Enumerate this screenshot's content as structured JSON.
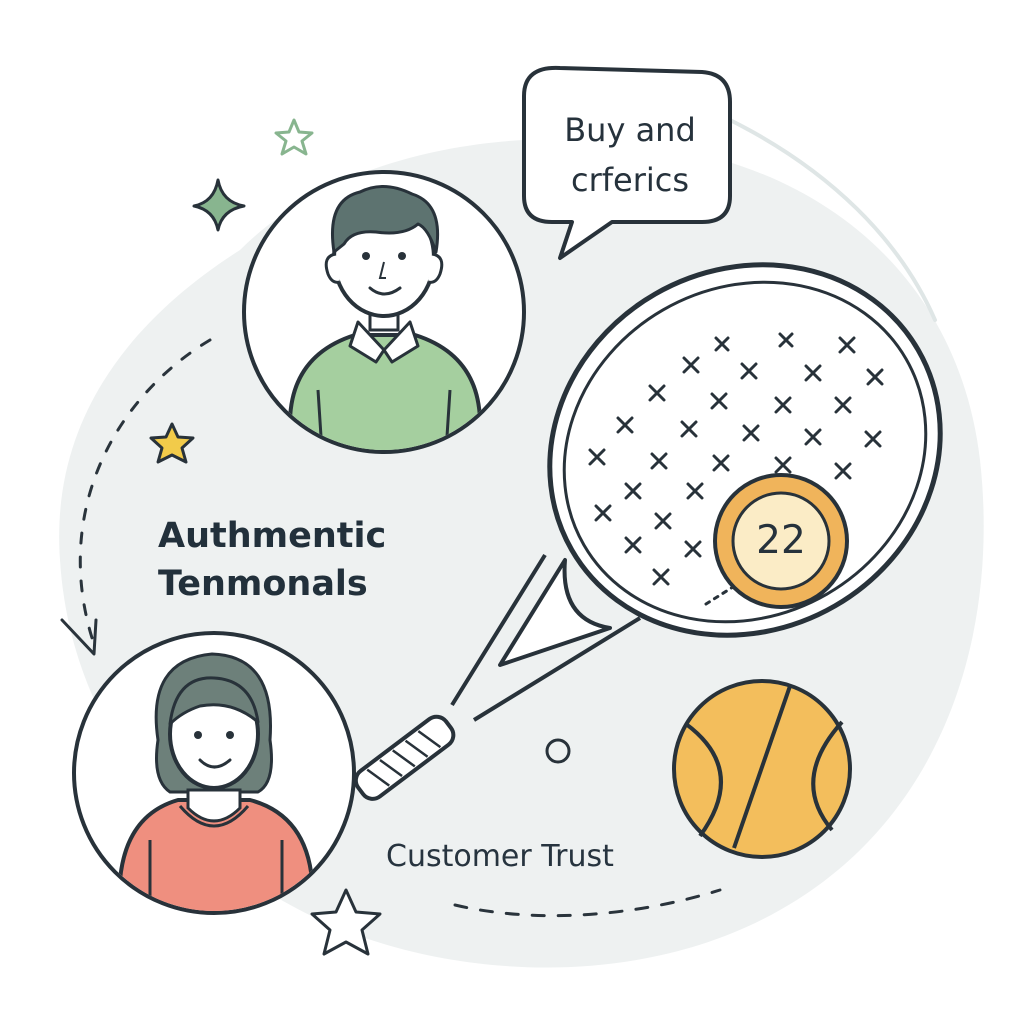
{
  "speech_bubble": {
    "line1": "Buy and",
    "line2": "crferics"
  },
  "headline": {
    "line1": "Authmentic",
    "line2": "Tenmonals"
  },
  "caption": "Customer Trust",
  "badge_number": "22",
  "colors": {
    "background_blob": "#eef1f1",
    "outline": "#28323a",
    "shirt_green": "#a5cf9f",
    "shirt_coral": "#ef8f7f",
    "hair_man": "#5d7370",
    "hair_woman": "#6d807a",
    "ball_orange": "#f3be5c",
    "badge_gold": "#f0b45b",
    "badge_cream": "#fbecc6",
    "star_green": "#88b58f",
    "star_yellow": "#f2cb4a"
  },
  "icons": [
    "star-icon",
    "sparkle-icon",
    "tennis-ball-icon",
    "racket-icon",
    "avatar-man",
    "avatar-woman",
    "speech-bubble"
  ]
}
